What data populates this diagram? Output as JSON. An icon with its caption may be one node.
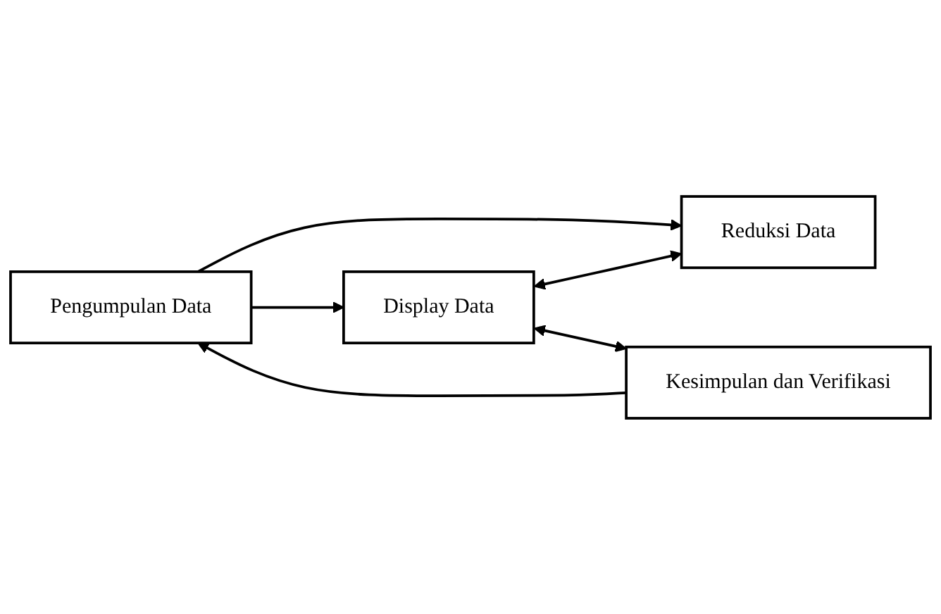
{
  "diagram": {
    "nodes": [
      {
        "text": [
          "Pengumpulan Data"
        ]
      },
      {
        "text": [
          "Display Data"
        ]
      },
      {
        "text": [
          "Reduksi Data"
        ]
      },
      {
        "text": [
          "Kesimpulan dan Verifikasi"
        ]
      }
    ],
    "edges": [
      {
        "from": 0,
        "to": 1,
        "arrow": "to"
      },
      {
        "from": 0,
        "to": 2,
        "arrow": "to"
      },
      {
        "from": 1,
        "to": 2,
        "arrow": "both"
      },
      {
        "from": 1,
        "to": 3,
        "arrow": "both"
      },
      {
        "from": 3,
        "to": 0,
        "arrow": "to"
      }
    ]
  }
}
